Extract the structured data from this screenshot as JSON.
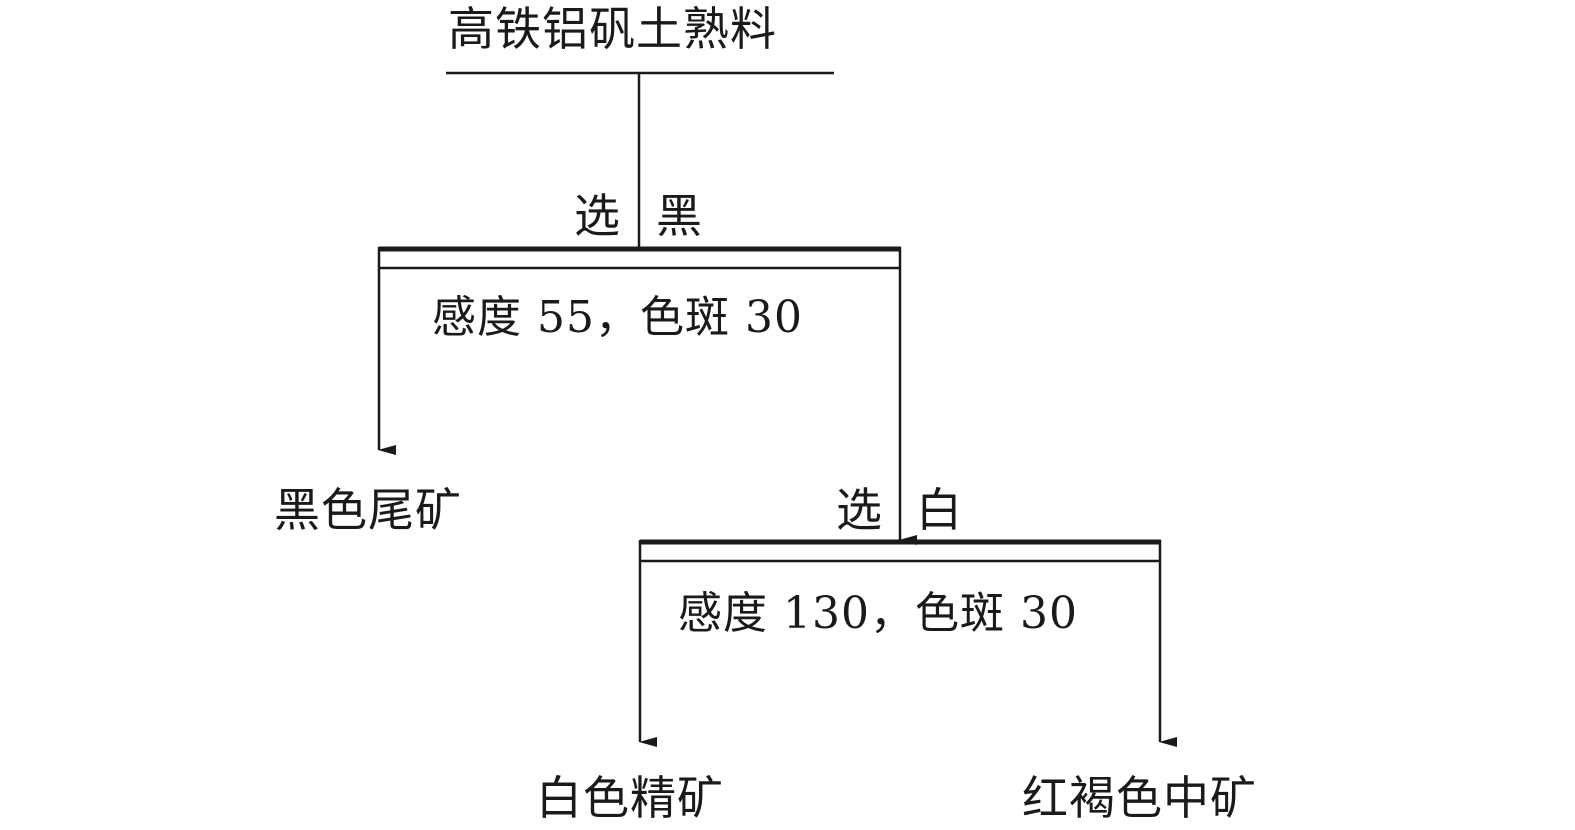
{
  "diagram": {
    "feed": "高铁铝矾土熟料",
    "stage1": {
      "op_left": "选",
      "op_right": "黑",
      "condition": "感度 55，色斑 30",
      "reject": "黑色尾矿"
    },
    "stage2": {
      "op_left": "选",
      "op_right": "白",
      "condition": "感度 130，色斑 30",
      "accept": "白色精矿",
      "middling": "红褐色中矿"
    }
  }
}
